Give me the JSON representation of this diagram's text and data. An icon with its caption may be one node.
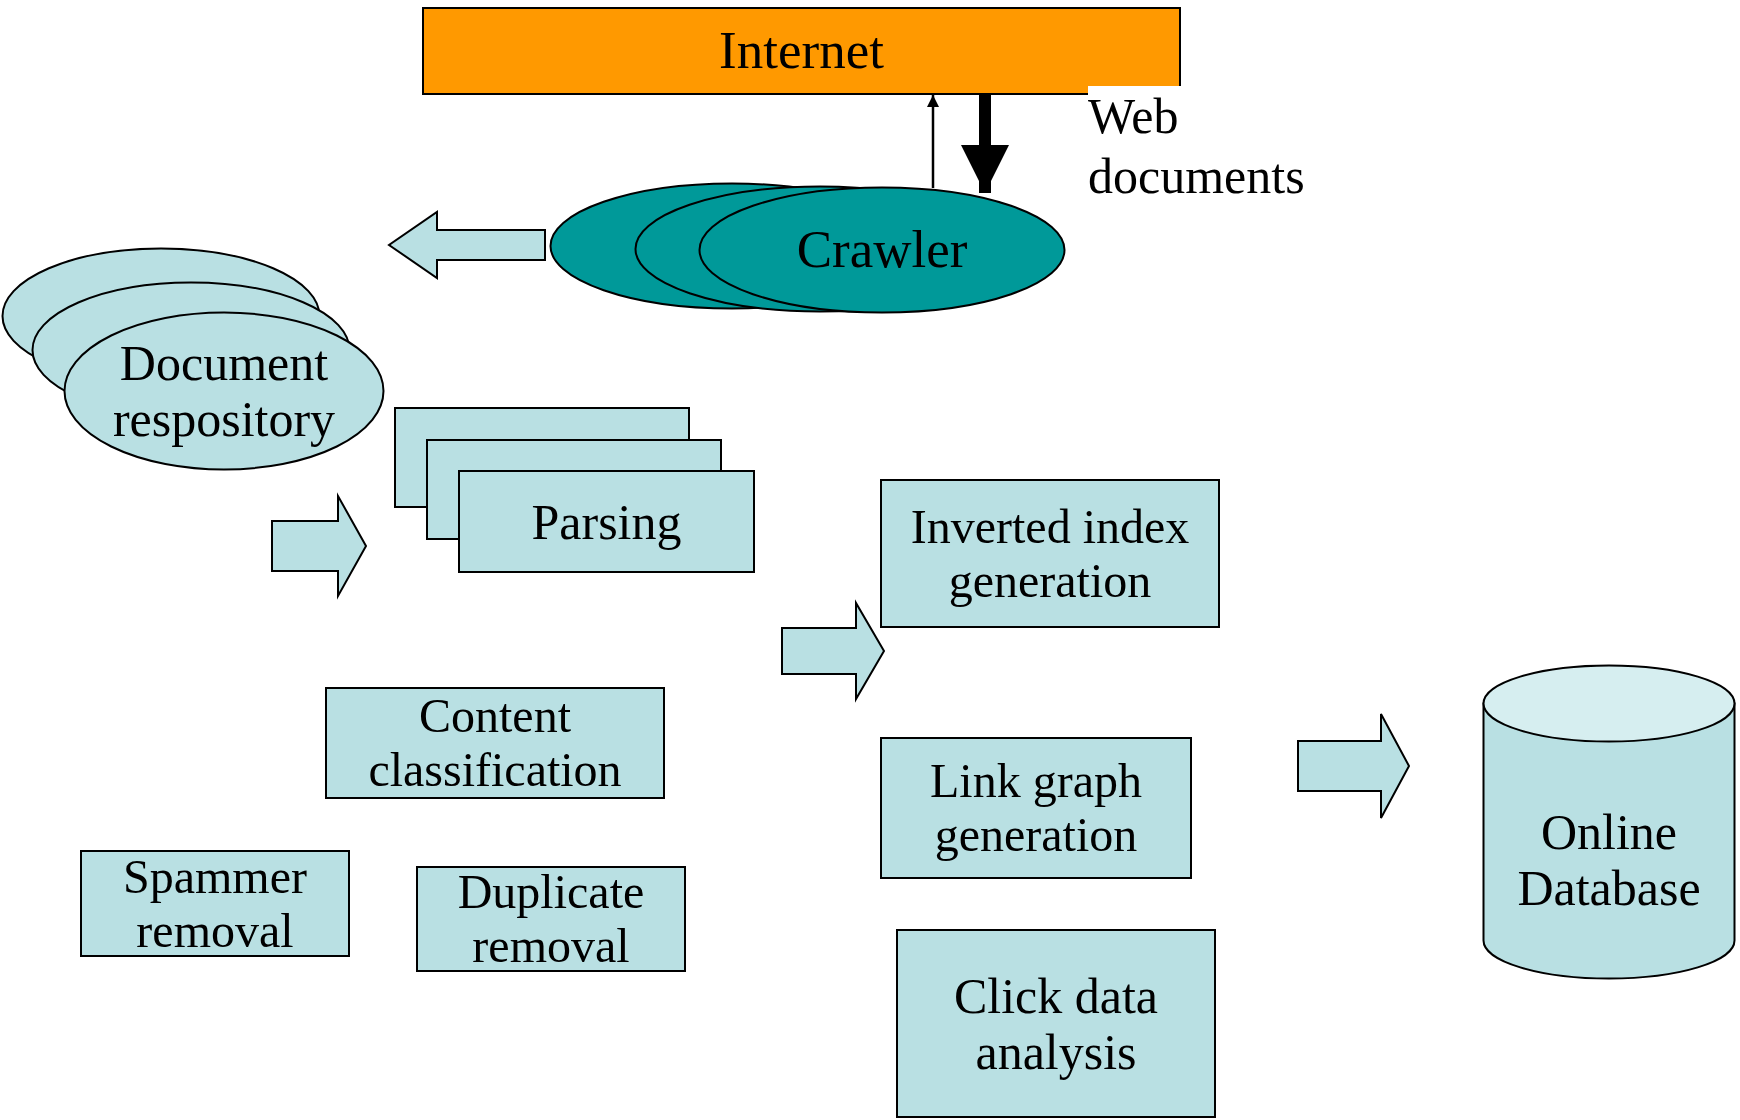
{
  "diagram": {
    "nodes": [
      {
        "text": [
          "Internet"
        ]
      },
      {
        "text": [
          "Crawler"
        ]
      },
      {
        "text": [
          "Document respository"
        ]
      },
      {
        "text": [
          "Parsing"
        ]
      },
      {
        "text": [
          "Inverted index generation"
        ]
      },
      {
        "text": [
          "Content classification"
        ]
      },
      {
        "text": [
          "Link graph generation"
        ]
      },
      {
        "text": [
          "Spammer removal"
        ]
      },
      {
        "text": [
          "Duplicate removal"
        ]
      },
      {
        "text": [
          "Click data analysis"
        ]
      },
      {
        "text": [
          "Online Database"
        ]
      }
    ],
    "edges": [
      {
        "from": 1,
        "to": 0,
        "arrow": "to"
      },
      {
        "from": 0,
        "to": 1,
        "arrow": "to",
        "style": "thick",
        "label": "Web documents"
      },
      {
        "from": 1,
        "to": 2,
        "arrow": "to",
        "style": "thick",
        "color": "#b9e0e3"
      },
      {
        "from": 2,
        "to": 3,
        "arrow": "to",
        "style": "thick",
        "color": "#b9e0e3"
      },
      {
        "from": 3,
        "to": 4,
        "arrow": "to",
        "style": "thick",
        "color": "#b9e0e3"
      },
      {
        "from": 6,
        "to": 10,
        "arrow": "to",
        "style": "thick",
        "color": "#b9e0e3"
      }
    ]
  }
}
